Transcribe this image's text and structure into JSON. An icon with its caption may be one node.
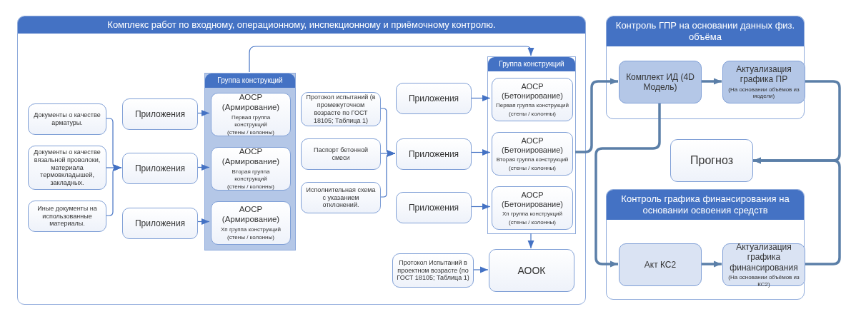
{
  "diagram": {
    "nodes": [
      {
        "text": [
          "Комплекс работ по входному, операционному, инспекционному и приёмочному контролю."
        ]
      },
      {
        "text": [
          "Документы о качестве арматуры."
        ],
        "in": 0
      },
      {
        "text": [
          "Документы о качестве вязальной проволоки, материала термовкладышей, закладных."
        ],
        "in": 0
      },
      {
        "text": [
          "Иные документы на использованные материалы."
        ],
        "in": 0
      },
      {
        "text": [
          "Приложения"
        ],
        "in": 0
      },
      {
        "text": [
          "Приложения"
        ],
        "in": 0
      },
      {
        "text": [
          "Приложения"
        ],
        "in": 0
      },
      {
        "text": [
          "Группа конструкций"
        ],
        "in": 0
      },
      {
        "text": [
          "АОСР (Армирование)",
          "Первая группа конструкций",
          "(стены / колонны)"
        ],
        "in": 7
      },
      {
        "text": [
          "АОСР (Армирование)",
          "Вторая группа конструкций",
          "(стены / колонны)"
        ],
        "in": 7
      },
      {
        "text": [
          "АОСР (Армирование)",
          "Хп группа конструкций",
          "(стены / колонны)"
        ],
        "in": 7
      },
      {
        "text": [
          "Протокол испытаний (в промежуточном возрасте по ГОСТ 18105; Таблица 1)"
        ],
        "in": 0
      },
      {
        "text": [
          "Паспорт бетонной смеси"
        ],
        "in": 0
      },
      {
        "text": [
          "Исполнительная схема с указанием отклонений."
        ],
        "in": 0
      },
      {
        "text": [
          "Приложения"
        ],
        "in": 0
      },
      {
        "text": [
          "Приложения"
        ],
        "in": 0
      },
      {
        "text": [
          "Приложения"
        ],
        "in": 0
      },
      {
        "text": [
          "Группа конструкций"
        ],
        "in": 0
      },
      {
        "text": [
          "АОСР (Бетонирование)",
          "Первая группа конструкций",
          "(стены / колонны)"
        ],
        "in": 17
      },
      {
        "text": [
          "АОСР (Бетонирование)",
          "Вторая группа конструкций",
          "(стены / колонны)"
        ],
        "in": 17
      },
      {
        "text": [
          "АОСР (Бетонирование)",
          "Хп группа конструкций",
          "(стены / колонны)"
        ],
        "in": 17
      },
      {
        "text": [
          "Протокол Испытаний в проектном возрасте (по ГОСТ 18105; Таблица 1)"
        ],
        "in": 0
      },
      {
        "text": [
          "АООК"
        ],
        "in": 0
      },
      {
        "text": [
          "Контроль ГПР на основании данных физ. объёма"
        ]
      },
      {
        "text": [
          "Комплект ИД (4D Модель)"
        ],
        "in": 23
      },
      {
        "text": [
          "Актуализация графика ПР",
          "(На основании объёмов из модели)"
        ],
        "in": 23
      },
      {
        "text": [
          "Прогноз"
        ]
      },
      {
        "text": [
          "Контроль графика финансирования на основании освоения средств"
        ]
      },
      {
        "text": [
          "Акт КС2"
        ],
        "in": 27
      },
      {
        "text": [
          "Актуализация графика финансирования",
          "(На основании объёмов из КС2)"
        ],
        "in": 27
      }
    ],
    "edges": [
      {
        "from": 1,
        "to": 5,
        "arrow": "to"
      },
      {
        "from": 2,
        "to": 5,
        "arrow": "to"
      },
      {
        "from": 3,
        "to": 5,
        "arrow": "to"
      },
      {
        "from": 4,
        "to": 8,
        "arrow": "to"
      },
      {
        "from": 5,
        "to": 9,
        "arrow": "to"
      },
      {
        "from": 6,
        "to": 10,
        "arrow": "to"
      },
      {
        "from": 7,
        "to": 17,
        "arrow": "to"
      },
      {
        "from": 11,
        "to": 15,
        "arrow": "to"
      },
      {
        "from": 12,
        "to": 15,
        "arrow": "to"
      },
      {
        "from": 13,
        "to": 15,
        "arrow": "to"
      },
      {
        "from": 14,
        "to": 18,
        "arrow": "to"
      },
      {
        "from": 15,
        "to": 19,
        "arrow": "to"
      },
      {
        "from": 16,
        "to": 20,
        "arrow": "to"
      },
      {
        "from": 17,
        "to": 22,
        "arrow": "to"
      },
      {
        "from": 21,
        "to": 22,
        "arrow": "to"
      },
      {
        "from": 17,
        "to": 24,
        "arrow": "to",
        "style": "thick",
        "color": "#5b7fa8"
      },
      {
        "from": 24,
        "to": 25,
        "arrow": "to",
        "style": "thick",
        "color": "#5b7fa8"
      },
      {
        "from": 25,
        "to": 26,
        "arrow": "to",
        "style": "thick",
        "color": "#5b7fa8"
      },
      {
        "from": 24,
        "to": 28,
        "arrow": "to",
        "style": "thick",
        "color": "#5b7fa8"
      },
      {
        "from": 28,
        "to": 29,
        "arrow": "to",
        "style": "thick",
        "color": "#5b7fa8"
      },
      {
        "from": 29,
        "to": 26,
        "arrow": "to",
        "style": "thick",
        "color": "#5b7fa8"
      }
    ]
  }
}
